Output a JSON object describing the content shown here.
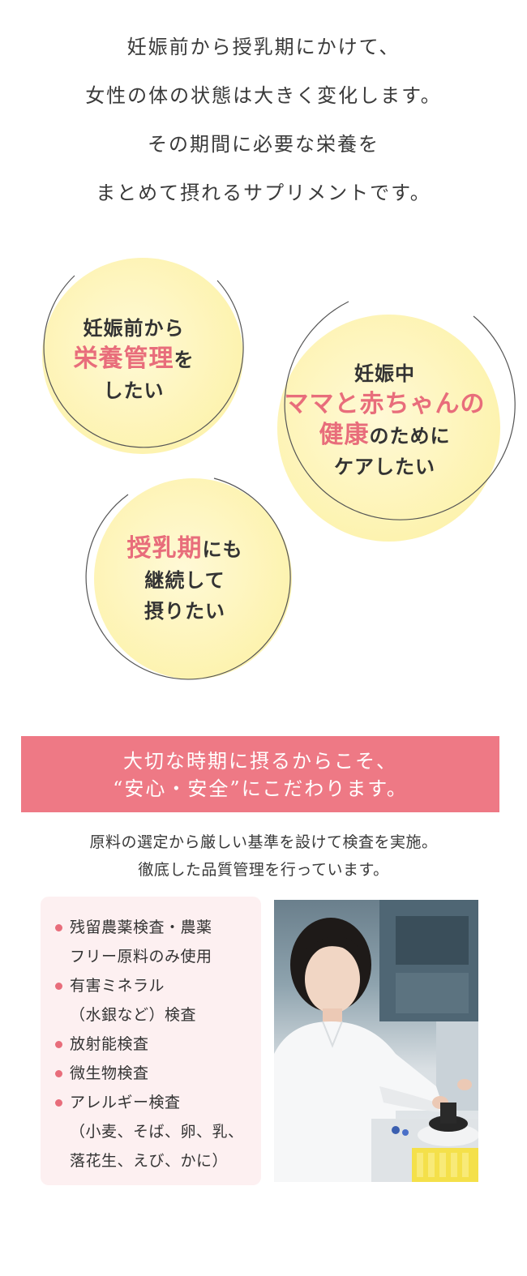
{
  "intro": {
    "lines": [
      "妊娠前から授乳期にかけて、",
      "女性の体の状態は大きく変化します。",
      "その期間に必要な栄養を",
      "まとめて摂れるサプリメントです。"
    ]
  },
  "bubbles": [
    {
      "line1": "妊娠前から",
      "em": "栄養管理",
      "line2_rest": "を",
      "line3": "したい"
    },
    {
      "line1": "妊娠中",
      "em1": "ママと赤ちゃんの",
      "em2": "健康",
      "line3_rest": "のために",
      "line4": "ケアしたい"
    },
    {
      "em": "授乳期",
      "line1_rest": "にも",
      "line2": "継続して",
      "line3": "摂りたい"
    }
  ],
  "banner": {
    "line1": "大切な時期に摂るからこそ、",
    "line2": "“安心・安全”にこだわります。"
  },
  "description": {
    "line1": "原料の選定から厳しい基準を設けて検査を実施。",
    "line2": "徹底した品質管理を行っています。"
  },
  "checklist": [
    {
      "line1": "残留農薬検査・農薬",
      "line2": "フリー原料のみ使用"
    },
    {
      "line1": "有害ミネラル",
      "line2": "（水銀など）検査"
    },
    {
      "line1": "放射能検査"
    },
    {
      "line1": "微生物検査"
    },
    {
      "line1": "アレルギー検査",
      "line2": "（小麦、そば、卵、乳、",
      "line3": "落花生、えび、かに）"
    }
  ],
  "colors": {
    "accent": "#e86d7b",
    "banner": "#ee7985",
    "bubble_fill": "#fdf3b0",
    "list_bg": "#fdf0f1"
  }
}
